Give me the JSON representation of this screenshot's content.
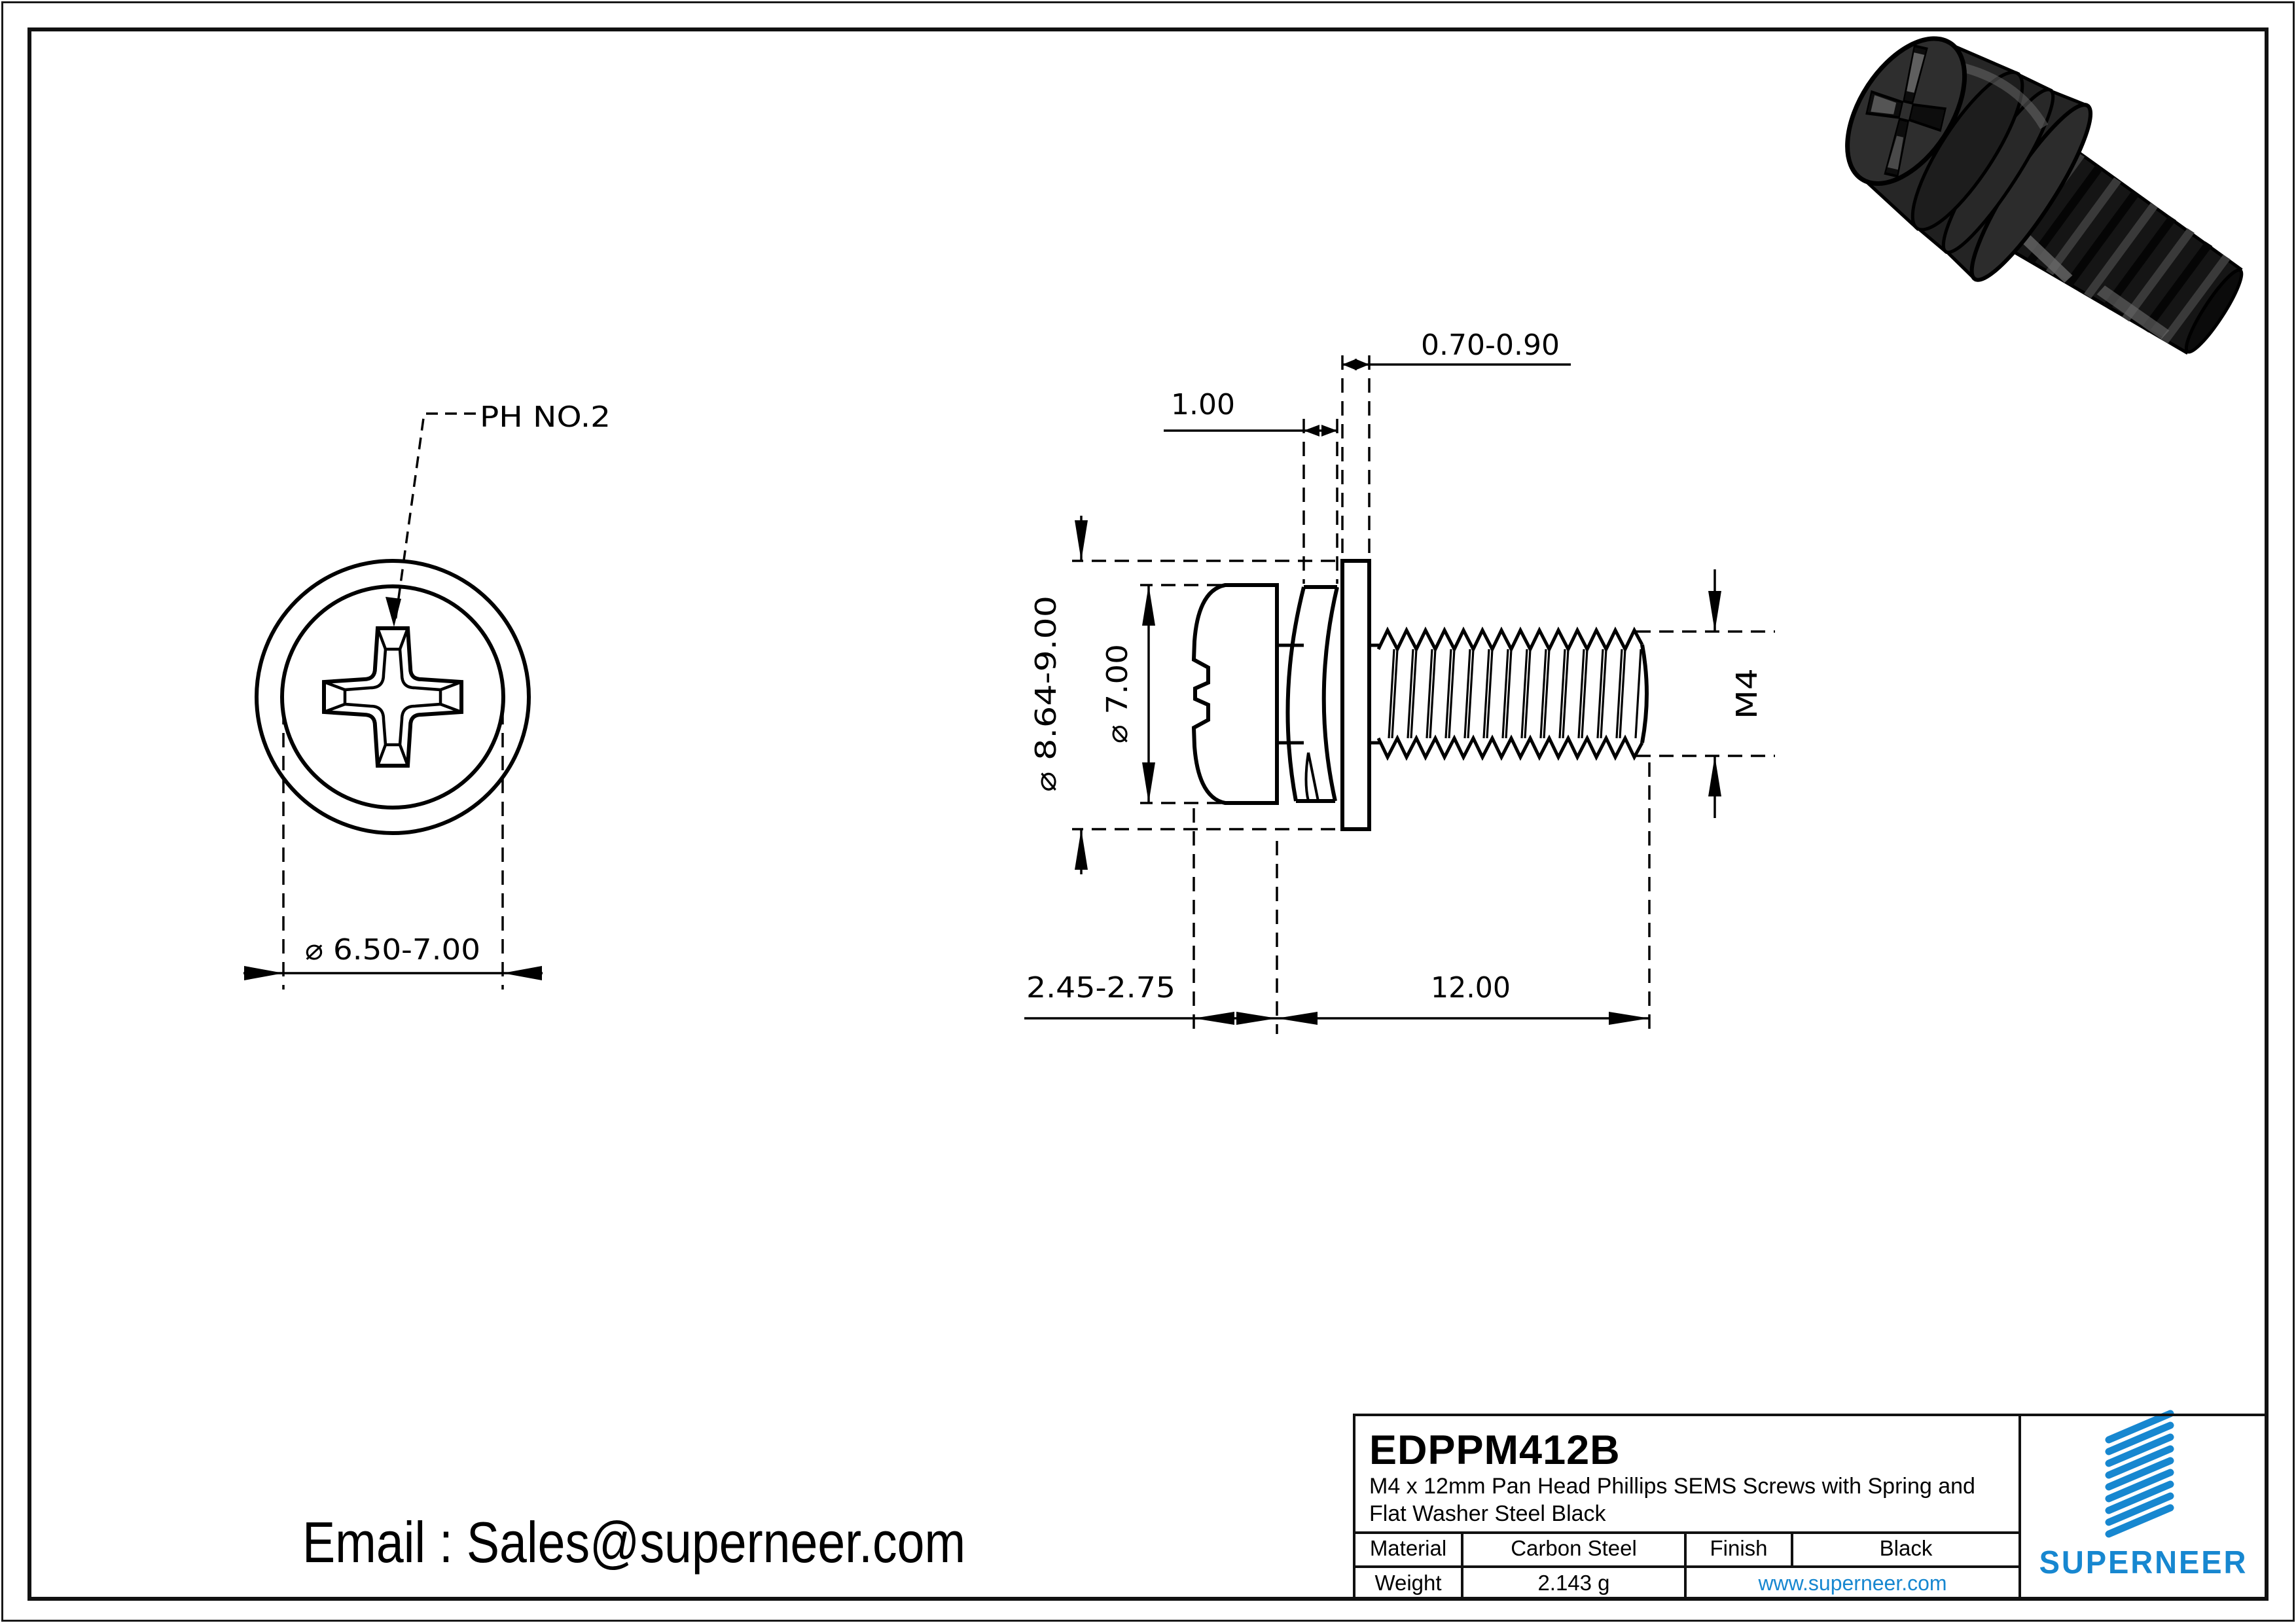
{
  "drawing": {
    "front_view": {
      "recess_label": "PH NO.2",
      "head_diameter": "⌀ 6.50-7.00"
    },
    "side_view": {
      "washer_od": "⌀ 8.64-9.00",
      "head_diameter": "⌀ 7.00",
      "spring_washer_thickness": "1.00",
      "flat_washer_thickness": "0.70-0.90",
      "head_height": "2.45-2.75",
      "thread_length": "12.00",
      "thread_size": "M4"
    }
  },
  "title_block": {
    "part_number": "EDPPM412B",
    "description": "M4 x 12mm Pan Head Phillips SEMS Screws with Spring and Flat Washer Steel Black",
    "material_label": "Material",
    "material_value": "Carbon Steel",
    "finish_label": "Finish",
    "finish_value": "Black",
    "weight_label": "Weight",
    "weight_value": "2.143 g",
    "website": "www.superneer.com",
    "brand": "SUPERNEER"
  },
  "footer": {
    "email": "Email : Sales@superneer.com"
  },
  "colors": {
    "accent_blue": "#1787d0",
    "line_black": "#000000"
  }
}
